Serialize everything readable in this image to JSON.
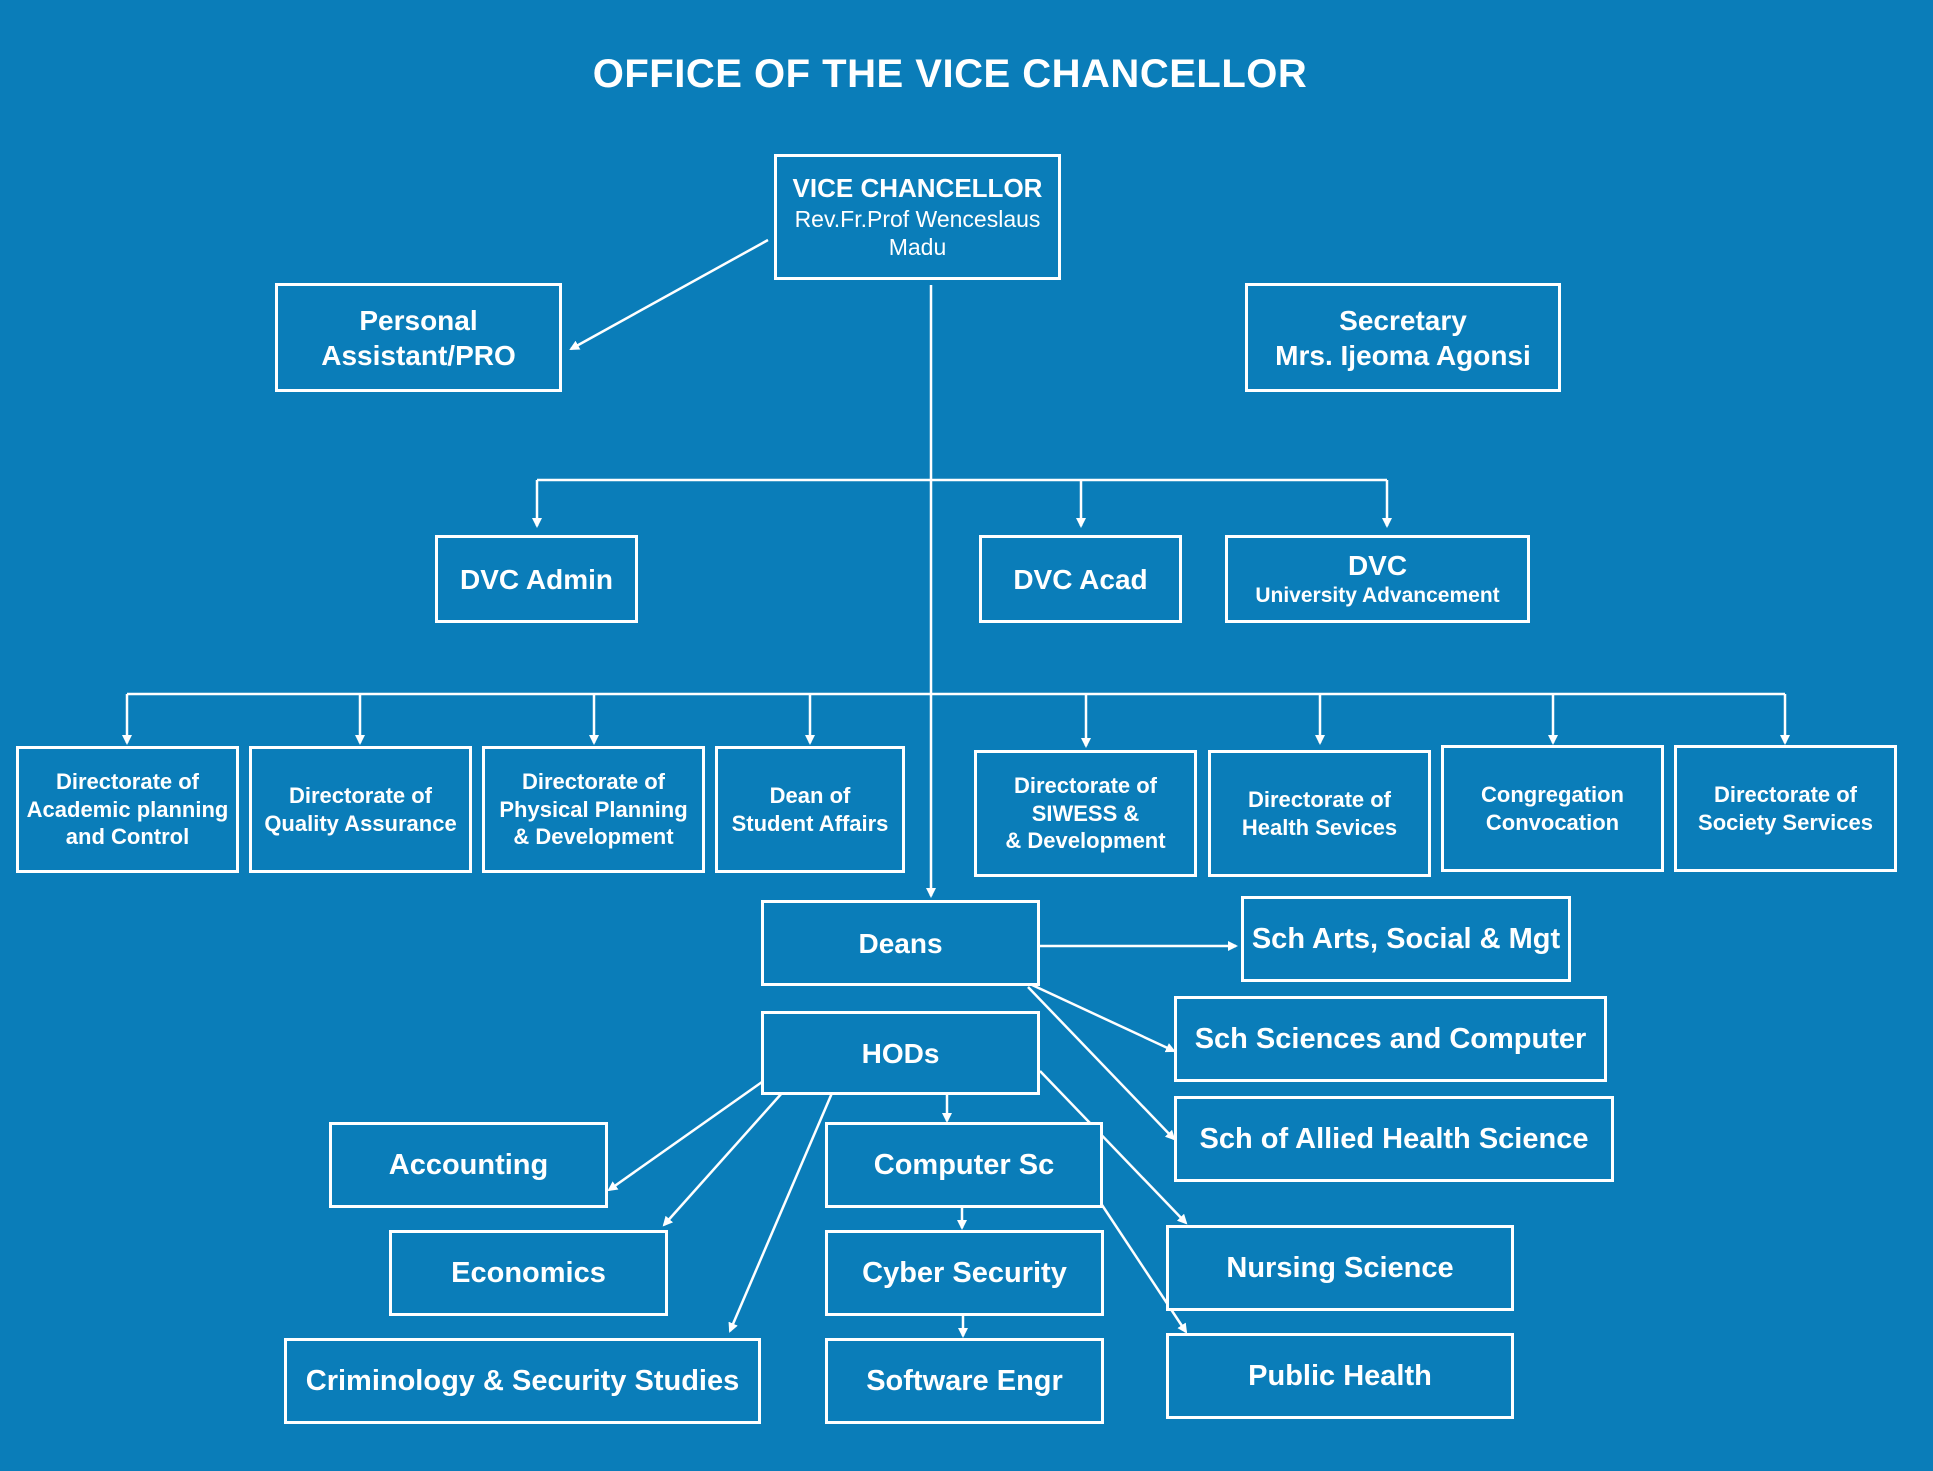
{
  "title": "OFFICE OF THE VICE CHANCELLOR",
  "colors": {
    "background": "#0a7db9",
    "line": "#ffffff",
    "text": "#ffffff"
  },
  "vc": {
    "role": "VICE CHANCELLOR",
    "name_line1": "Rev.Fr.Prof Wenceslaus",
    "name_line2": "Madu"
  },
  "pa": {
    "line1": "Personal",
    "line2": "Assistant/PRO"
  },
  "secretary": {
    "line1": "Secretary",
    "line2": "Mrs. Ijeoma Agonsi"
  },
  "dvc": {
    "admin": "DVC Admin",
    "acad": "DVC Acad",
    "advancement_title": "DVC",
    "advancement_sub": "University Advancement"
  },
  "directorates": [
    {
      "line1": "Directorate of",
      "line2": "Academic planning",
      "line3": "and Control"
    },
    {
      "line1": "Directorate of",
      "line2": "Quality Assurance"
    },
    {
      "line1": "Directorate of",
      "line2": "Physical Planning",
      "line3": "& Development"
    },
    {
      "line1": "Dean of",
      "line2": "Student Affairs"
    },
    {
      "line1": "Directorate of",
      "line2": "SIWESS &",
      "line3": "& Development"
    },
    {
      "line1": "Directorate of",
      "line2": "Health Sevices"
    },
    {
      "line1": "Congregation",
      "line2": "Convocation"
    },
    {
      "line1": "Directorate of",
      "line2": "Society Services"
    }
  ],
  "deans": "Deans",
  "schools": [
    "Sch Arts, Social & Mgt",
    "Sch Sciences and Computer",
    "Sch of Allied Health Science"
  ],
  "hods": "HODs",
  "departments": {
    "accounting": "Accounting",
    "economics": "Economics",
    "criminology": "Criminology & Security Studies",
    "computer_sc": "Computer Sc",
    "cyber_security": "Cyber Security",
    "software_engr": "Software Engr",
    "nursing_science": "Nursing Science",
    "public_health": "Public Health"
  }
}
